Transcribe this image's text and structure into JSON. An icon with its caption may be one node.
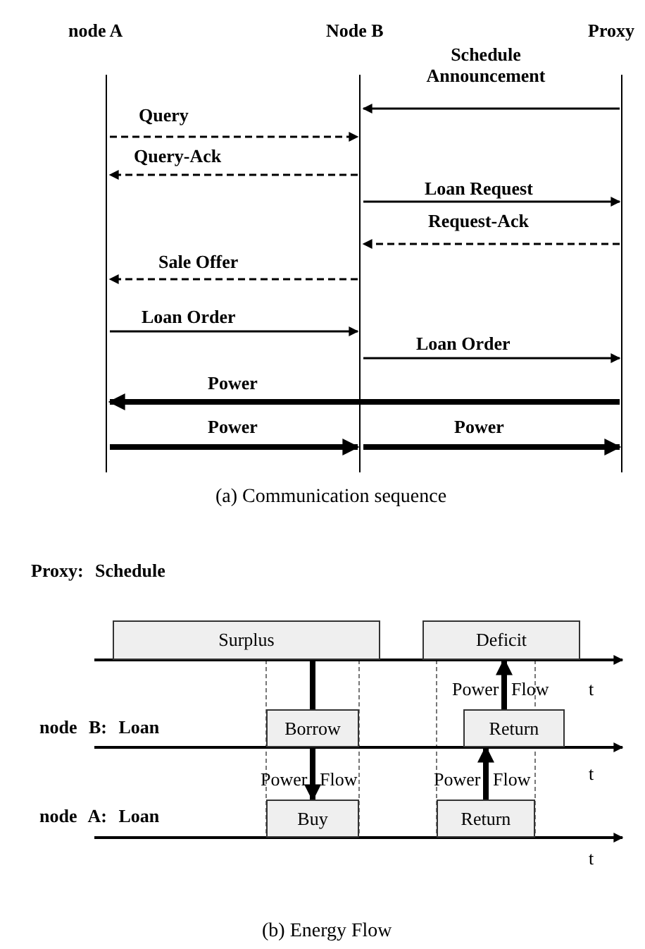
{
  "diagram": {
    "nodes": [
      {
        "text": [
          "node A"
        ]
      },
      {
        "text": [
          "Node B"
        ]
      },
      {
        "text": [
          "Proxy"
        ]
      },
      {
        "text": [
          "Surplus"
        ]
      },
      {
        "text": [
          "Deficit"
        ]
      },
      {
        "text": [
          "Borrow"
        ]
      },
      {
        "text": [
          "Return"
        ]
      },
      {
        "text": [
          "Buy"
        ]
      },
      {
        "text": [
          "Return"
        ]
      }
    ],
    "edges": [
      {
        "from": 2,
        "to": 1,
        "arrow": "to",
        "label": "Schedule Announcement"
      },
      {
        "from": 0,
        "to": 1,
        "arrow": "to",
        "label": "Query",
        "style": "dashed"
      },
      {
        "from": 1,
        "to": 0,
        "arrow": "to",
        "label": "Query-Ack",
        "style": "dashed"
      },
      {
        "from": 1,
        "to": 2,
        "arrow": "to",
        "label": "Loan Request"
      },
      {
        "from": 2,
        "to": 1,
        "arrow": "to",
        "label": "Request-Ack",
        "style": "dashed"
      },
      {
        "from": 1,
        "to": 0,
        "arrow": "to",
        "label": "Sale Offer",
        "style": "dashed"
      },
      {
        "from": 0,
        "to": 1,
        "arrow": "to",
        "label": "Loan Order"
      },
      {
        "from": 1,
        "to": 2,
        "arrow": "to",
        "label": "Loan Order"
      },
      {
        "from": 2,
        "to": 0,
        "arrow": "to",
        "label": "Power",
        "style": "thick"
      },
      {
        "from": 0,
        "to": 1,
        "arrow": "to",
        "label": "Power",
        "style": "thick"
      },
      {
        "from": 1,
        "to": 2,
        "arrow": "to",
        "label": "Power",
        "style": "thick"
      },
      {
        "from": 3,
        "to": 5,
        "arrow": "none",
        "style": "thick"
      },
      {
        "from": 5,
        "to": 7,
        "arrow": "to",
        "style": "thick"
      },
      {
        "from": 8,
        "to": 6,
        "arrow": "to",
        "style": "thick"
      },
      {
        "from": 6,
        "to": 4,
        "arrow": "to",
        "style": "thick"
      }
    ],
    "labels": [
      "(a) Communication sequence",
      "Proxy: Schedule",
      "Power",
      "Flow",
      "t",
      "node B: Loan",
      "Power",
      "Flow",
      "Power",
      "Flow",
      "t",
      "node A: Loan",
      "t",
      "(b) Energy Flow"
    ]
  }
}
